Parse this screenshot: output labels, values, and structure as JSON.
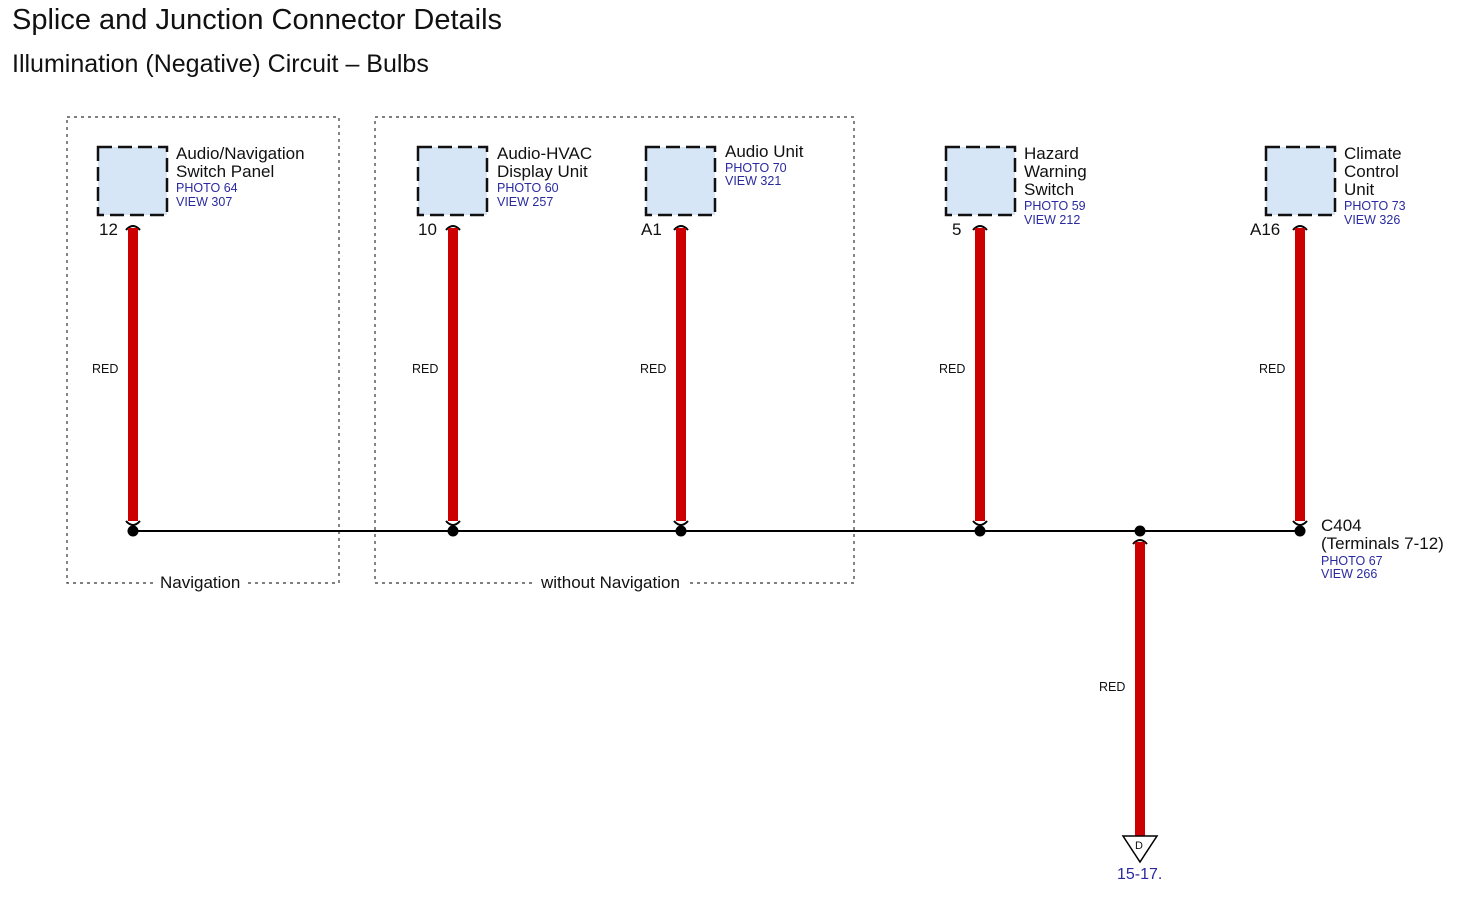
{
  "title": "Splice and Junction Connector Details",
  "subtitle": "Illumination (Negative) Circuit – Bulbs",
  "groups": {
    "navigation": "Navigation",
    "without_navigation": "without Navigation"
  },
  "components": [
    {
      "name_lines": [
        "Audio/Navigation",
        "Switch Panel"
      ],
      "photo": "PHOTO 64",
      "view": "VIEW 307",
      "pin": "12",
      "wire": "RED"
    },
    {
      "name_lines": [
        "Audio-HVAC",
        "Display Unit"
      ],
      "photo": "PHOTO 60",
      "view": "VIEW 257",
      "pin": "10",
      "wire": "RED"
    },
    {
      "name_lines": [
        "Audio Unit"
      ],
      "photo": "PHOTO 70",
      "view": "VIEW 321",
      "pin": "A1",
      "wire": "RED"
    },
    {
      "name_lines": [
        "Hazard",
        "Warning",
        "Switch"
      ],
      "photo": "PHOTO 59",
      "view": "VIEW 212",
      "pin": "5",
      "wire": "RED"
    },
    {
      "name_lines": [
        "Climate",
        "Control",
        "Unit"
      ],
      "photo": "PHOTO 73",
      "view": "VIEW 326",
      "pin": "A16",
      "wire": "RED"
    }
  ],
  "connector": {
    "id": "C404",
    "terminals": "(Terminals 7-12)",
    "photo": "PHOTO 67",
    "view": "VIEW 266"
  },
  "ground": {
    "wire": "RED",
    "symbol": "D",
    "page_ref": "15-17."
  },
  "colors": {
    "wire_red": "#cc0000",
    "component_fill": "#d6e6f7",
    "ref_blue": "#2a2aa0"
  }
}
